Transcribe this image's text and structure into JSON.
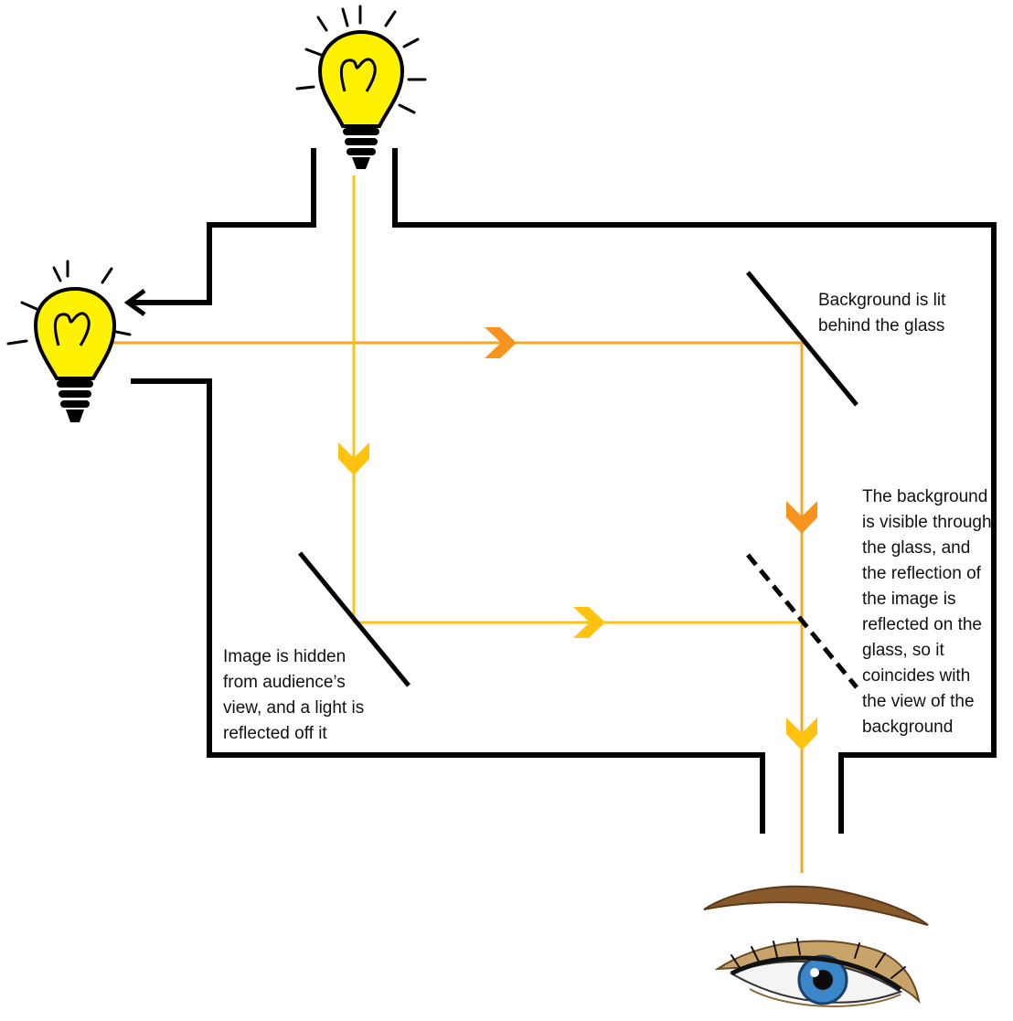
{
  "annotations": {
    "background_lit": [
      "Background is lit",
      "behind the glass"
    ],
    "background_visible": [
      "The background",
      "is visible through",
      "the glass, and",
      "the reflection of",
      "the image is",
      "reflected on the",
      "glass, so it",
      "coincides with",
      "the view of the",
      "background"
    ],
    "image_hidden": [
      "Image is hidden",
      "from audience’s",
      "view, and a light is",
      "reflected off it"
    ]
  },
  "colors": {
    "outline": "#000000",
    "beam_background": "#f5a623",
    "beam_image": "#ffc20e",
    "arrow_background": "#f7941d",
    "arrow_image": "#ffc20e",
    "bulb_glass": "#fff200",
    "iris": "#3a86c8",
    "eyebrow": "#8b5a2b"
  },
  "icons": {
    "top_bulb": "lightbulb-icon",
    "left_bulb": "lightbulb-icon",
    "eye": "eye-icon"
  }
}
